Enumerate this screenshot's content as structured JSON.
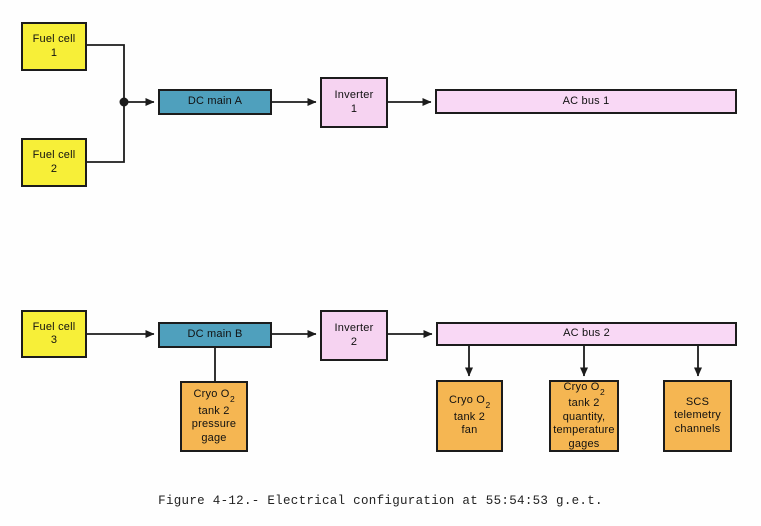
{
  "diagram": {
    "caption": "Figure 4-12.- Electrical configuration at 55:54:53 g.e.t.",
    "boxes": {
      "fuel_cell_1": {
        "line1": "Fuel cell",
        "line2": "1"
      },
      "fuel_cell_2": {
        "line1": "Fuel cell",
        "line2": "2"
      },
      "fuel_cell_3": {
        "line1": "Fuel cell",
        "line2": "3"
      },
      "dc_main_a": {
        "label": "DC main A"
      },
      "dc_main_b": {
        "label": "DC main B"
      },
      "inverter_1": {
        "line1": "Inverter",
        "line2": "1"
      },
      "inverter_2": {
        "line1": "Inverter",
        "line2": "2"
      },
      "ac_bus_1": {
        "label": "AC bus 1"
      },
      "ac_bus_2": {
        "label": "AC bus 2"
      },
      "cryo_pressure_gage": {
        "line1_pre": "Cryo O",
        "line1_sub": "2",
        "line2": "tank 2",
        "line3": "pressure",
        "line4": "gage"
      },
      "cryo_fan": {
        "line1_pre": "Cryo O",
        "line1_sub": "2",
        "line2": "tank 2",
        "line3": "fan"
      },
      "cryo_quantity": {
        "line1_pre": "Cryo O",
        "line1_sub": "2",
        "line2": "tank 2",
        "line3": "quantity,",
        "line4": "temperature",
        "line5": "gages"
      },
      "scs_telemetry": {
        "line1": "SCS",
        "line2": "telemetry",
        "line3": "channels"
      }
    },
    "colors": {
      "fuel_cell": "#f7ef38",
      "dc_main": "#4fa0bd",
      "inverter": "#f6d3f1",
      "ac_bus": "#f9d8f5",
      "load_box": "#f5b652",
      "line": "#1c1c1c"
    }
  }
}
